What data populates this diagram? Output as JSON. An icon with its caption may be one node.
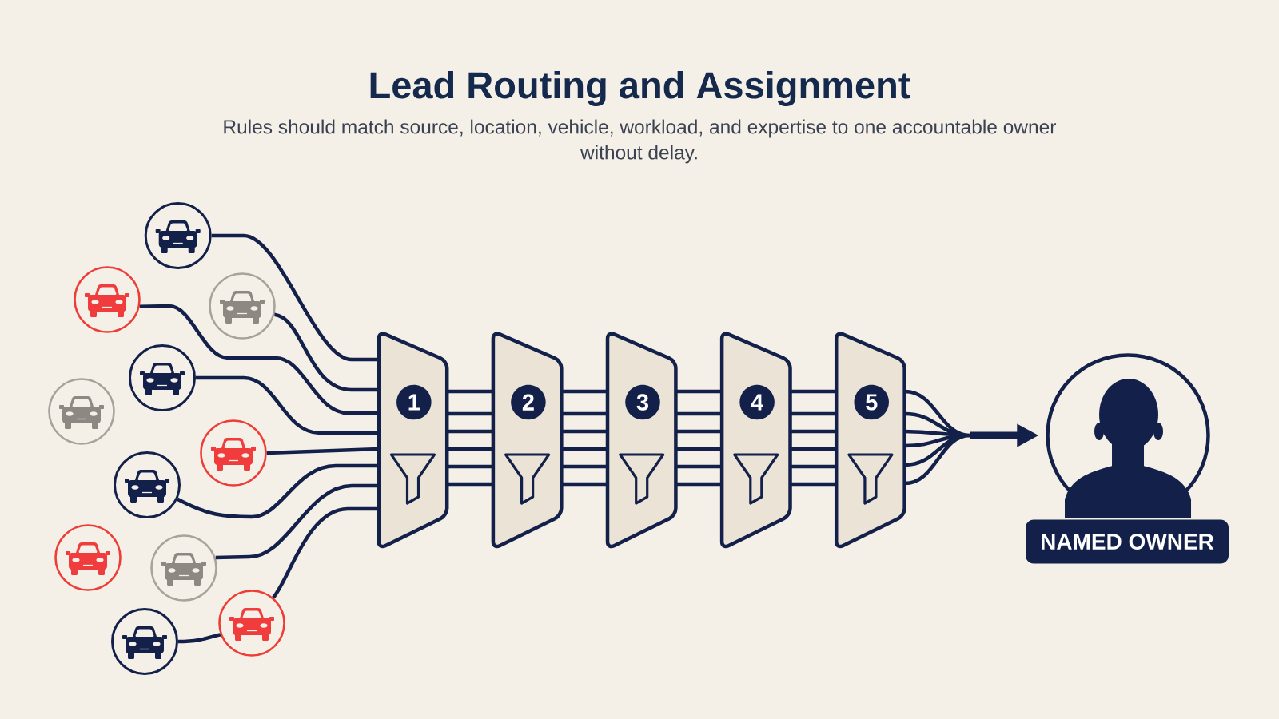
{
  "diagram": {
    "title": "Lead Routing and Assignment",
    "nodes": [
      {
        "text": [],
        "shape": "circle"
      },
      {
        "text": [],
        "shape": "circle"
      },
      {
        "text": [],
        "shape": "circle"
      },
      {
        "text": [],
        "shape": "circle"
      },
      {
        "text": [],
        "shape": "circle"
      },
      {
        "text": [],
        "shape": "circle"
      },
      {
        "text": [],
        "shape": "circle"
      },
      {
        "text": [],
        "shape": "circle"
      },
      {
        "text": [],
        "shape": "circle"
      },
      {
        "text": [],
        "shape": "circle"
      },
      {
        "text": [],
        "shape": "circle"
      },
      {
        "text": [],
        "shape": "trapezoid"
      },
      {
        "text": [
          "1"
        ],
        "in": 11
      },
      {
        "text": [],
        "shape": "trapezoid"
      },
      {
        "text": [
          "2"
        ],
        "in": 13
      },
      {
        "text": [],
        "shape": "trapezoid"
      },
      {
        "text": [
          "3"
        ],
        "in": 15
      },
      {
        "text": [],
        "shape": "trapezoid"
      },
      {
        "text": [
          "4"
        ],
        "in": 17
      },
      {
        "text": [],
        "shape": "trapezoid"
      },
      {
        "text": [
          "5"
        ],
        "in": 19
      },
      {
        "text": [],
        "shape": "person"
      },
      {
        "text": [
          "NAMED OWNER"
        ]
      }
    ],
    "edges": [
      {
        "from": 0,
        "to": 11,
        "arrow": "none"
      },
      {
        "from": 1,
        "to": 11,
        "arrow": "none"
      },
      {
        "from": 2,
        "to": 11,
        "arrow": "none"
      },
      {
        "from": 3,
        "to": 11,
        "arrow": "none"
      },
      {
        "from": 5,
        "to": 11,
        "arrow": "none"
      },
      {
        "from": 6,
        "to": 11,
        "arrow": "none"
      },
      {
        "from": 8,
        "to": 11,
        "arrow": "none"
      },
      {
        "from": 9,
        "to": 11,
        "arrow": "none"
      },
      {
        "from": 10,
        "to": 9,
        "arrow": "none"
      },
      {
        "from": 11,
        "to": 13,
        "arrow": "none"
      },
      {
        "from": 11,
        "to": 13,
        "arrow": "none"
      },
      {
        "from": 11,
        "to": 13,
        "arrow": "none"
      },
      {
        "from": 11,
        "to": 13,
        "arrow": "none"
      },
      {
        "from": 11,
        "to": 13,
        "arrow": "none"
      },
      {
        "from": 11,
        "to": 13,
        "arrow": "none"
      },
      {
        "from": 13,
        "to": 15,
        "arrow": "none"
      },
      {
        "from": 13,
        "to": 15,
        "arrow": "none"
      },
      {
        "from": 13,
        "to": 15,
        "arrow": "none"
      },
      {
        "from": 13,
        "to": 15,
        "arrow": "none"
      },
      {
        "from": 13,
        "to": 15,
        "arrow": "none"
      },
      {
        "from": 13,
        "to": 15,
        "arrow": "none"
      },
      {
        "from": 15,
        "to": 17,
        "arrow": "none"
      },
      {
        "from": 15,
        "to": 17,
        "arrow": "none"
      },
      {
        "from": 15,
        "to": 17,
        "arrow": "none"
      },
      {
        "from": 15,
        "to": 17,
        "arrow": "none"
      },
      {
        "from": 15,
        "to": 17,
        "arrow": "none"
      },
      {
        "from": 15,
        "to": 17,
        "arrow": "none"
      },
      {
        "from": 17,
        "to": 19,
        "arrow": "none"
      },
      {
        "from": 17,
        "to": 19,
        "arrow": "none"
      },
      {
        "from": 17,
        "to": 19,
        "arrow": "none"
      },
      {
        "from": 17,
        "to": 19,
        "arrow": "none"
      },
      {
        "from": 17,
        "to": 19,
        "arrow": "none"
      },
      {
        "from": 17,
        "to": 19,
        "arrow": "none"
      },
      {
        "from": 19,
        "to": 21,
        "arrow": "to"
      }
    ],
    "labels": [
      "Rules should match source, location, vehicle, workload, and expertise to one accountable owner without delay."
    ]
  }
}
